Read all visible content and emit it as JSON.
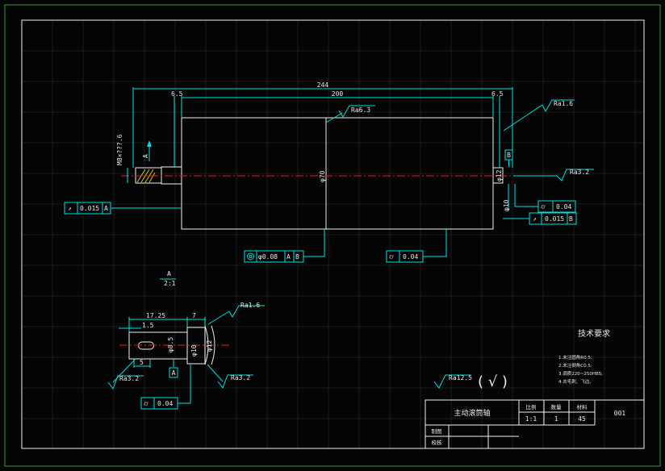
{
  "dims": {
    "overall": "244",
    "body": "200",
    "left_step": "6.5",
    "right_step": "6.5",
    "thread": "M8×???.6",
    "main_dia": "φ70",
    "right_dia1": "φ12",
    "right_dia2": "φ10",
    "detail_len1": "17.25",
    "detail_len2": "7",
    "detail_len3": "1.5",
    "detail_len4": "5",
    "detail_dia1": "φ8.5",
    "detail_dia2": "φ10",
    "detail_dia3": "φ12"
  },
  "roughness": {
    "top_right": "Ra1.6",
    "body": "Ra6.3",
    "right_end": "Ra3.2",
    "detail_top": "Ra1.6",
    "detail_left": "Ra3.2",
    "detail_right": "Ra3.2",
    "general": "Ra12.5",
    "general_mark": "( √ )"
  },
  "tolerances": {
    "left_runout": "0.015",
    "left_runout_ref": "A",
    "coaxial": "φ0.08",
    "coaxial_ref1": "A",
    "coaxial_ref2": "B",
    "cyl_bottom": "0.04",
    "right_cyl": "0.04",
    "right_runout": "0.015",
    "right_runout_ref": "B",
    "detail_cyl": "0.04"
  },
  "datums": {
    "a": "A",
    "b": "B",
    "detail_a": "A"
  },
  "section": {
    "label": "A",
    "scale": "2:1"
  },
  "tech": {
    "title": "技术要求",
    "items": [
      "1.未注圆角R0.5;",
      "2.未注倒角C0.5;",
      "3.调质220~250HBS;",
      "4.去毛刺、飞边。"
    ]
  },
  "title_block": {
    "name": "主动滚筒轴",
    "h_scale": "比例",
    "h_qty": "数量",
    "h_mat": "材料",
    "scale": "1:1",
    "qty": "1",
    "mat": "45",
    "code": "001",
    "drawn": "制图",
    "checked": "校核"
  }
}
